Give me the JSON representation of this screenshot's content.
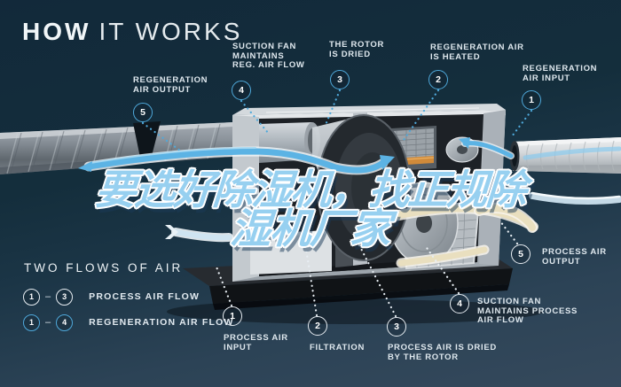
{
  "title": {
    "bold": "HOW",
    "light": "IT WORKS"
  },
  "overlay_text": {
    "line1": "要选好除湿机，找正规除",
    "line2": "湿机厂家"
  },
  "regeneration_callouts": [
    {
      "num": "5",
      "lines": [
        "REGENERATION",
        "AIR OUTPUT"
      ]
    },
    {
      "num": "4",
      "lines": [
        "SUCTION FAN",
        "MAINTAINS",
        "REG. AIR FLOW"
      ]
    },
    {
      "num": "3",
      "lines": [
        "THE ROTOR",
        "IS DRIED"
      ]
    },
    {
      "num": "2",
      "lines": [
        "REGENERATION AIR",
        "IS HEATED"
      ]
    },
    {
      "num": "1",
      "lines": [
        "REGENERATION",
        "AIR INPUT"
      ]
    }
  ],
  "process_callouts": [
    {
      "num": "1",
      "lines": [
        "PROCESS AIR",
        "INPUT"
      ]
    },
    {
      "num": "2",
      "lines": [
        "FILTRATION"
      ]
    },
    {
      "num": "3",
      "lines": [
        "PROCESS AIR IS DRIED",
        "BY THE ROTOR"
      ]
    },
    {
      "num": "4",
      "lines": [
        "SUCTION FAN",
        "MAINTAINS PROCESS",
        "AIR FLOW"
      ]
    },
    {
      "num": "5",
      "lines": [
        "PROCESS AIR",
        "OUTPUT"
      ]
    }
  ],
  "legend": {
    "title": "TWO FLOWS OF AIR",
    "rows": [
      {
        "from": "1",
        "to": "3",
        "dash": "–",
        "label": "PROCESS AIR FLOW",
        "color": "white"
      },
      {
        "from": "1",
        "to": "4",
        "dash": "–",
        "label": "REGENERATION AIR FLOW",
        "color": "blue"
      }
    ]
  },
  "colors": {
    "accent_blue": "#4fa9db",
    "label_text": "#dfe8ee",
    "cream_flow": "#e9dfbf",
    "chinese_fill": "#97d0f0",
    "background_top": "#142e3c",
    "background_bottom": "#35495c"
  }
}
